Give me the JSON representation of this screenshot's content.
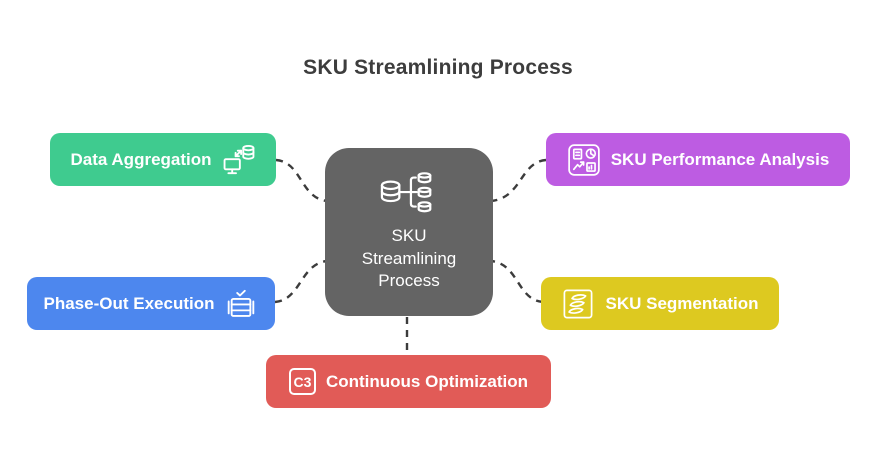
{
  "title": "SKU Streamlining Process",
  "title_color": "#3d3d3d",
  "background_color": "#ffffff",
  "connector_color": "#3c3c3c",
  "center": {
    "label": "SKU Streamlining Process",
    "icon": "database-distribution-icon",
    "color": "#646464",
    "text_color": "#ffffff"
  },
  "nodes": [
    {
      "id": "data-aggregation",
      "label": "Data Aggregation",
      "icon": "computer-database-sync-icon",
      "color": "#3fcb8f",
      "icon_side": "right"
    },
    {
      "id": "sku-performance-analysis",
      "label": "SKU Performance Analysis",
      "icon": "analytics-dashboard-icon",
      "color": "#bd5ce2",
      "icon_side": "left"
    },
    {
      "id": "phase-out-execution",
      "label": "Phase-Out Execution",
      "icon": "checked-schedule-icon",
      "color": "#4d87ee",
      "icon_side": "right"
    },
    {
      "id": "sku-segmentation",
      "label": "SKU Segmentation",
      "icon": "layered-segments-icon",
      "color": "#ddc920",
      "icon_side": "left"
    },
    {
      "id": "continuous-optimization",
      "label": "Continuous Optimization",
      "icon": "c3-badge-icon",
      "icon_text": "C3",
      "color": "#e15b57",
      "icon_side": "left"
    }
  ],
  "connectors": [
    {
      "from": "Data Aggregation",
      "to": "SKU Streamlining Process",
      "style": "dashed"
    },
    {
      "from": "SKU Performance Analysis",
      "to": "SKU Streamlining Process",
      "style": "dashed"
    },
    {
      "from": "Phase-Out Execution",
      "to": "SKU Streamlining Process",
      "style": "dashed"
    },
    {
      "from": "SKU Segmentation",
      "to": "SKU Streamlining Process",
      "style": "dashed"
    },
    {
      "from": "Continuous Optimization",
      "to": "SKU Streamlining Process",
      "style": "dashed"
    }
  ]
}
